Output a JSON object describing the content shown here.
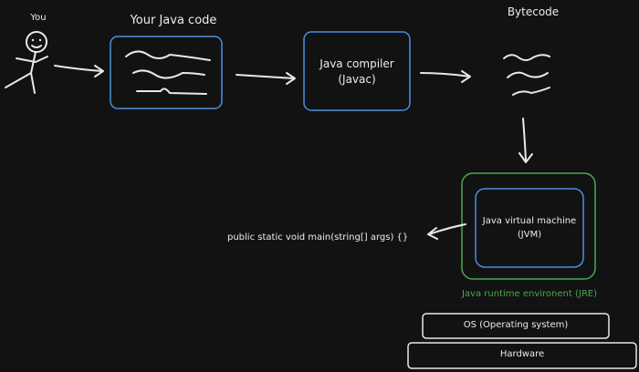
{
  "diagram": {
    "you_label": "You",
    "code_title": "Your Java code",
    "compiler_label": [
      "Java compiler",
      "(Javac)"
    ],
    "bytecode_title": "Bytecode",
    "jvm_label": [
      "Java virtual machine",
      "(JVM)"
    ],
    "jre_label": "Java runtime environent (JRE)",
    "main_signature": "public static void main(string[] args) {}",
    "os_label": "OS (Operating system)",
    "hardware_label": "Hardware",
    "colors": {
      "background": "#121212",
      "stroke": "#e8e8e8",
      "code_box": "#4a8fe2",
      "compiler_box": "#4a8fe2",
      "jvm_box": "#4a8fe2",
      "jre_box": "#4aa84e",
      "jre_text": "#4aa84e"
    }
  }
}
